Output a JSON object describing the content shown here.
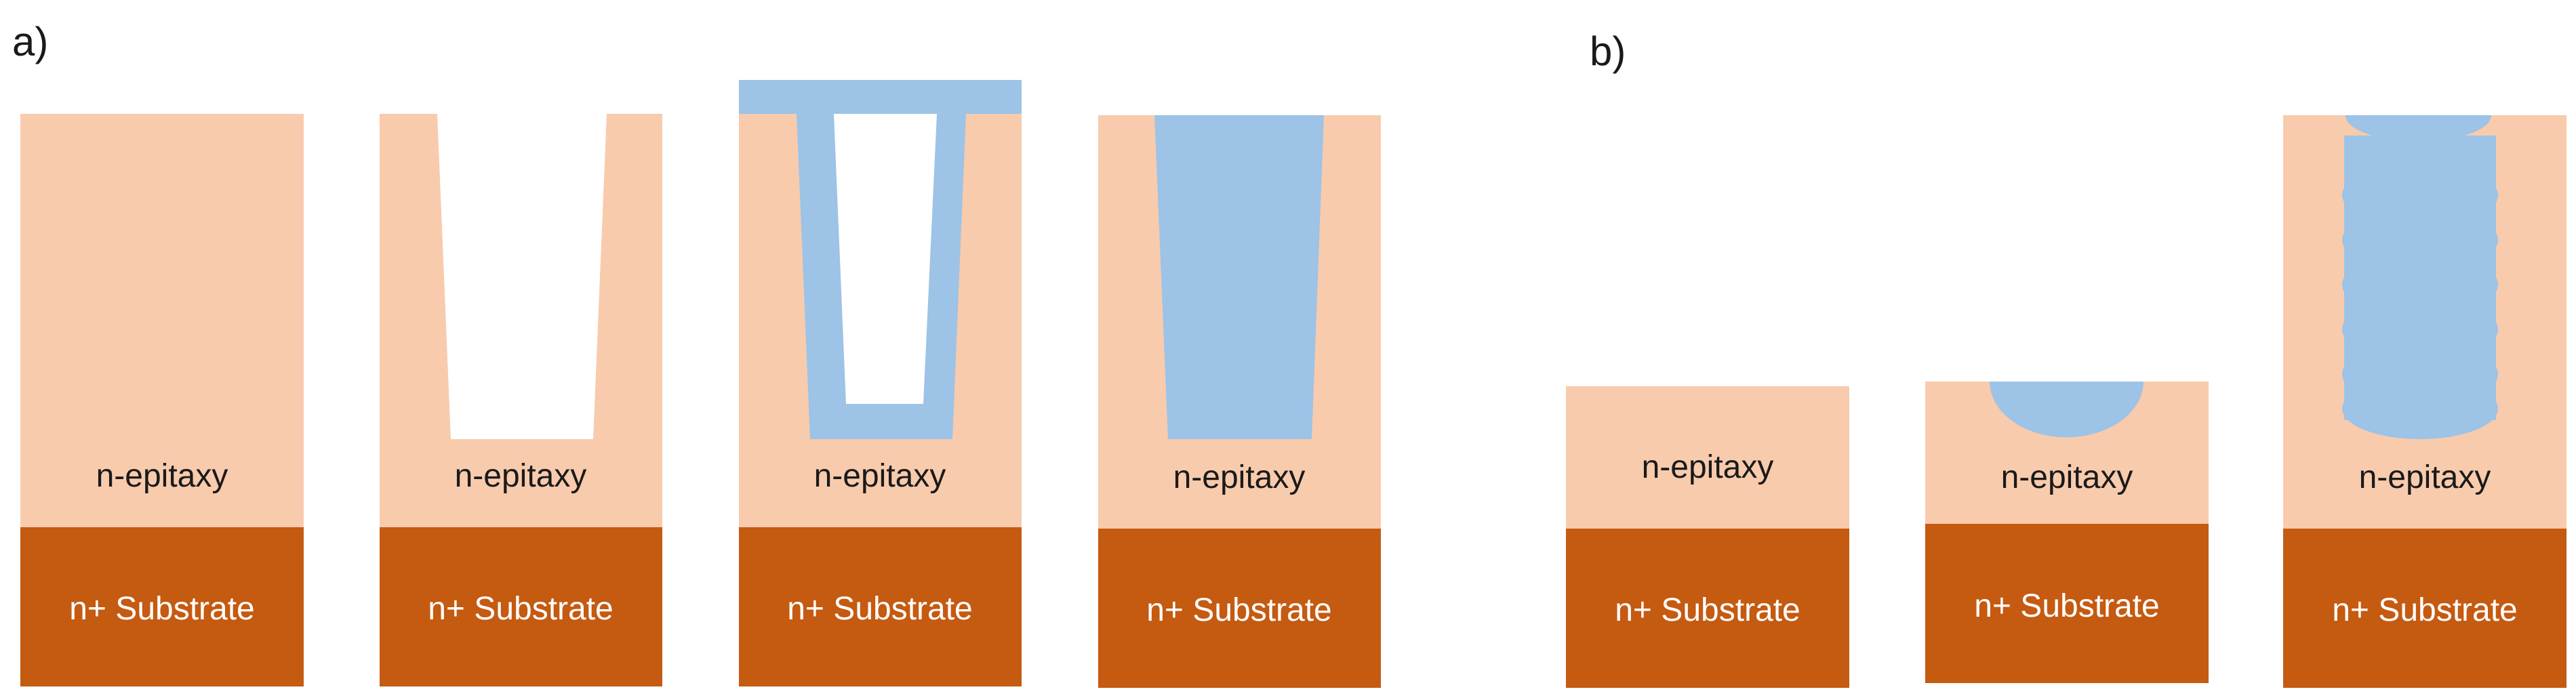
{
  "colors": {
    "epitaxy": "#F8CBAD",
    "substrate": "#C55A11",
    "oxide": "#9DC3E6",
    "background": "#FFFFFF"
  },
  "part_a": {
    "label": "a)"
  },
  "part_b": {
    "label": "b)"
  },
  "layers": {
    "epitaxy_label": "n-epitaxy",
    "substrate_label": "n+ Substrate"
  },
  "steps": [
    {
      "part": "a",
      "index": 1,
      "feature": "bare epitaxy on substrate"
    },
    {
      "part": "a",
      "index": 2,
      "feature": "trench etched"
    },
    {
      "part": "a",
      "index": 3,
      "feature": "conformal oxide liner"
    },
    {
      "part": "a",
      "index": 4,
      "feature": "trench filled with oxide"
    },
    {
      "part": "b",
      "index": 1,
      "feature": "thin epitaxy layer"
    },
    {
      "part": "b",
      "index": 2,
      "feature": "oxide implant in epitaxy"
    },
    {
      "part": "b",
      "index": 3,
      "feature": "stacked oxide lobes through multi-epitaxy"
    }
  ]
}
